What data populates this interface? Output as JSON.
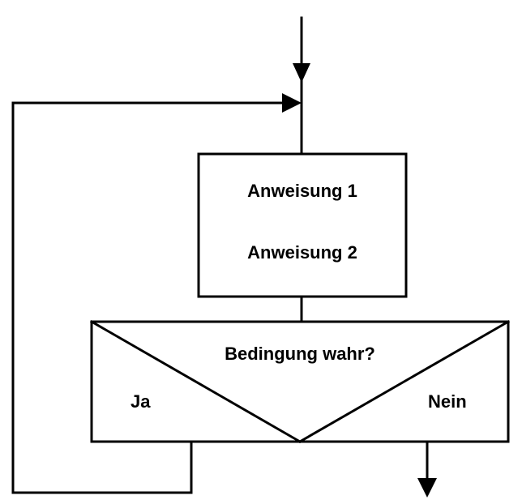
{
  "block": {
    "statement_1": "Anweisung 1",
    "statement_2": "Anweisung 2"
  },
  "decision": {
    "condition": "Bedingung wahr?",
    "yes_label": "Ja",
    "no_label": "Nein"
  },
  "colors": {
    "stroke": "#000000",
    "background": "#ffffff"
  }
}
